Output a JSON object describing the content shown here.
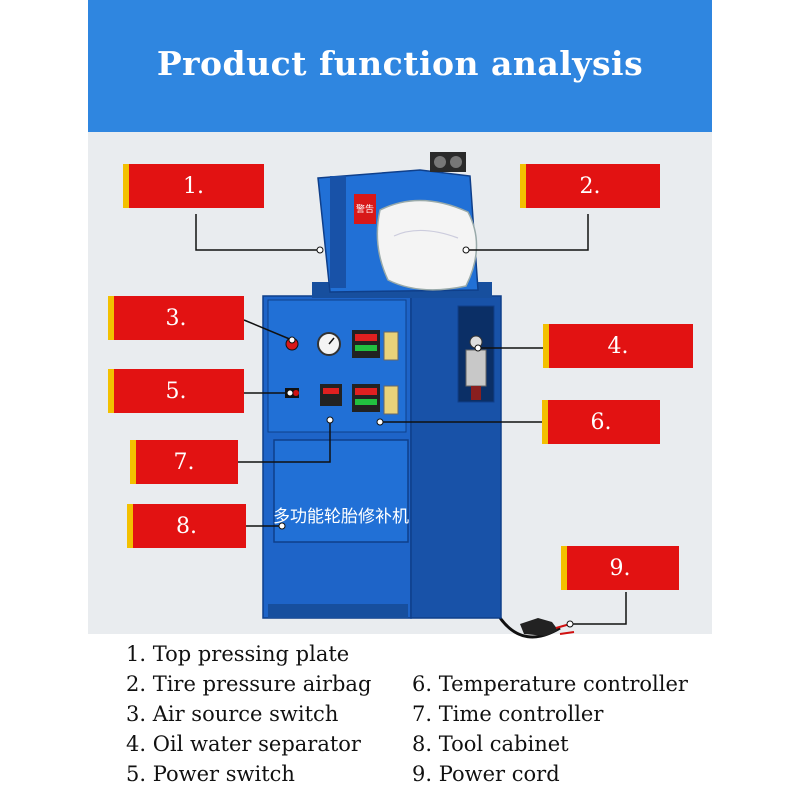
{
  "title": "Product function analysis",
  "machine_text": "多功能轮胎修补机",
  "warning_text": "警告",
  "colors": {
    "banner": "#2f86e0",
    "label": "#e21212",
    "stripe": "#f3c000",
    "machine": "#1e64c8"
  },
  "markers": [
    "1.",
    "2.",
    "3.",
    "4.",
    "5.",
    "6.",
    "7.",
    "8.",
    "9."
  ],
  "legend": [
    "1. Top pressing plate",
    "2. Tire pressure airbag",
    "3. Air source switch",
    "4. Oil water separator",
    "5. Power switch",
    "6. Temperature controller",
    "7. Time controller",
    "8. Tool cabinet",
    "9. Power cord"
  ]
}
